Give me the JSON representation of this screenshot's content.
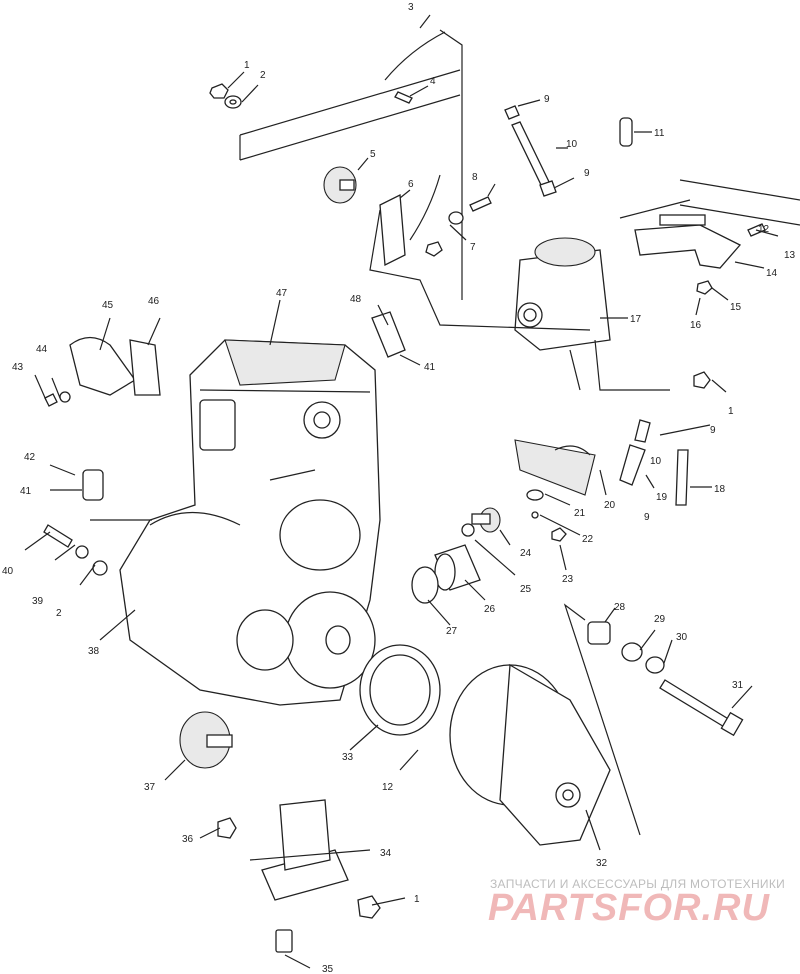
{
  "callouts": [
    "1",
    "2",
    "3",
    "4",
    "5",
    "6",
    "7",
    "8",
    "9",
    "10",
    "11",
    "12",
    "13",
    "14",
    "15",
    "16",
    "17",
    "18",
    "19",
    "20",
    "21",
    "22",
    "23",
    "24",
    "25",
    "26",
    "27",
    "28",
    "29",
    "30",
    "31",
    "32",
    "33",
    "34",
    "35",
    "36",
    "37",
    "38",
    "39",
    "40",
    "41",
    "42",
    "43",
    "44",
    "45",
    "46",
    "47",
    "48"
  ],
  "watermark": {
    "caption": "ЗАПЧАСТИ И АКСЕССУАРЫ ДЛЯ МОТОТЕХНИКИ",
    "logo": "PARTSFOR.RU"
  }
}
